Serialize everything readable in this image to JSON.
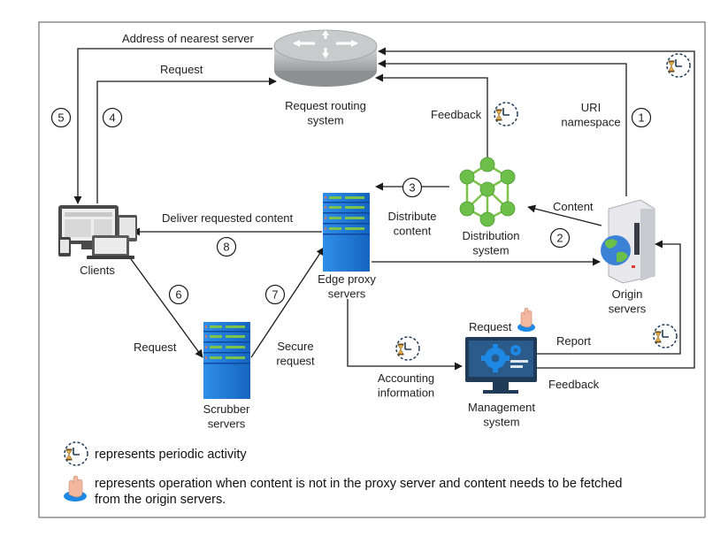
{
  "nodes": {
    "router": "Request routing\nsystem",
    "clients": "Clients",
    "edge": "Edge proxy\nservers",
    "distribution": "Distribution\nsystem",
    "origin": "Origin\nservers",
    "scrubber": "Scrubber\nservers",
    "management": "Management\nsystem"
  },
  "edges": {
    "address": "Address of nearest server",
    "request_top": "Request",
    "feedback_top": "Feedback",
    "uri": "URI\nnamespace",
    "distribute": "Distribute\ncontent",
    "content": "Content",
    "deliver": "Deliver requested content",
    "request_left": "Request",
    "secure": "Secure\nrequest",
    "accounting": "Accounting\ninformation",
    "request_mgmt": "Request",
    "report": "Report",
    "feedback_bottom": "Feedback"
  },
  "steps": [
    "1",
    "2",
    "3",
    "4",
    "5",
    "6",
    "7",
    "8"
  ],
  "legend": {
    "periodic": "represents periodic activity",
    "ondemand": "represents operation when content is not in the proxy server and content needs to be fetched\nfrom the origin servers."
  },
  "icons": {
    "periodic": "clock-hourglass-icon",
    "ondemand": "hand-icon"
  },
  "colors": {
    "server_blue": "#1e88e5",
    "network_green": "#6cc04a",
    "monitor_dark": "#1f3b57",
    "border": "#555555"
  }
}
